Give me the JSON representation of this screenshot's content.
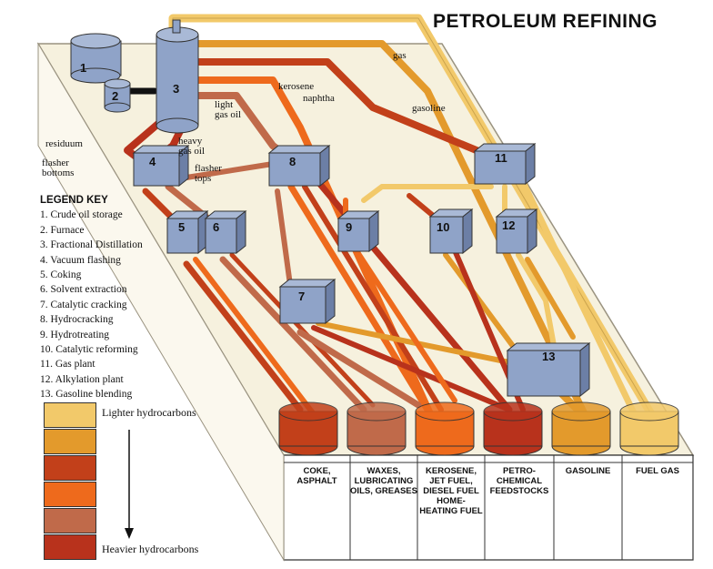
{
  "title": "PETROLEUM REFINING",
  "legend": {
    "heading": "LEGEND KEY",
    "items": [
      "1. Crude oil storage",
      "2. Furnace",
      "3. Fractional Distillation",
      "4. Vacuum flashing",
      "5. Coking",
      "6. Solvent extraction",
      "7. Catalytic cracking",
      "8. Hydrocracking",
      "9. Hydrotreating",
      "10. Catalytic reforming",
      "11. Gas plant",
      "12. Alkylation plant",
      "13. Gasoline blending"
    ],
    "lighter_label": "Lighter hydrocarbons",
    "heavier_label": "Heavier hydrocarbons",
    "swatch_colors": [
      "#f2c96a",
      "#e39a2c",
      "#c2401a",
      "#ee6a1c",
      "#c06a4a",
      "#b8321c"
    ]
  },
  "stream_labels": {
    "gas": "gas",
    "kerosene": "kerosene",
    "naphtha": "naphtha",
    "gasoline": "gasoline",
    "light_gas_oil": "light gas oil",
    "heavy_gas_oil": "heavy gas oil",
    "residuum": "residuum",
    "flasher_bottoms": "flasher bottoms",
    "flasher_tops": "flasher tops"
  },
  "unit_numbers": [
    "1",
    "2",
    "3",
    "4",
    "5",
    "6",
    "7",
    "8",
    "9",
    "10",
    "11",
    "12",
    "13"
  ],
  "products": [
    {
      "label": "COKE, ASPHALT",
      "color": "#c2401a"
    },
    {
      "label": "WAXES, LUBRICATING OILS, GREASES",
      "color": "#c06a4a"
    },
    {
      "label": "KEROSENE, JET FUEL, DIESEL FUEL HOME- HEATING FUEL",
      "color": "#ee6a1c"
    },
    {
      "label": "PETRO- CHEMICAL FEEDSTOCKS",
      "color": "#b8321c"
    },
    {
      "label": "GASOLINE",
      "color": "#e39a2c"
    },
    {
      "label": "FUEL GAS",
      "color": "#f2c96a"
    }
  ],
  "colors": {
    "unit_box": "#8fa3c8",
    "unit_box_dark": "#6c7fa6",
    "platform": "#f6f1de",
    "platform_edge": "#9a9380"
  }
}
